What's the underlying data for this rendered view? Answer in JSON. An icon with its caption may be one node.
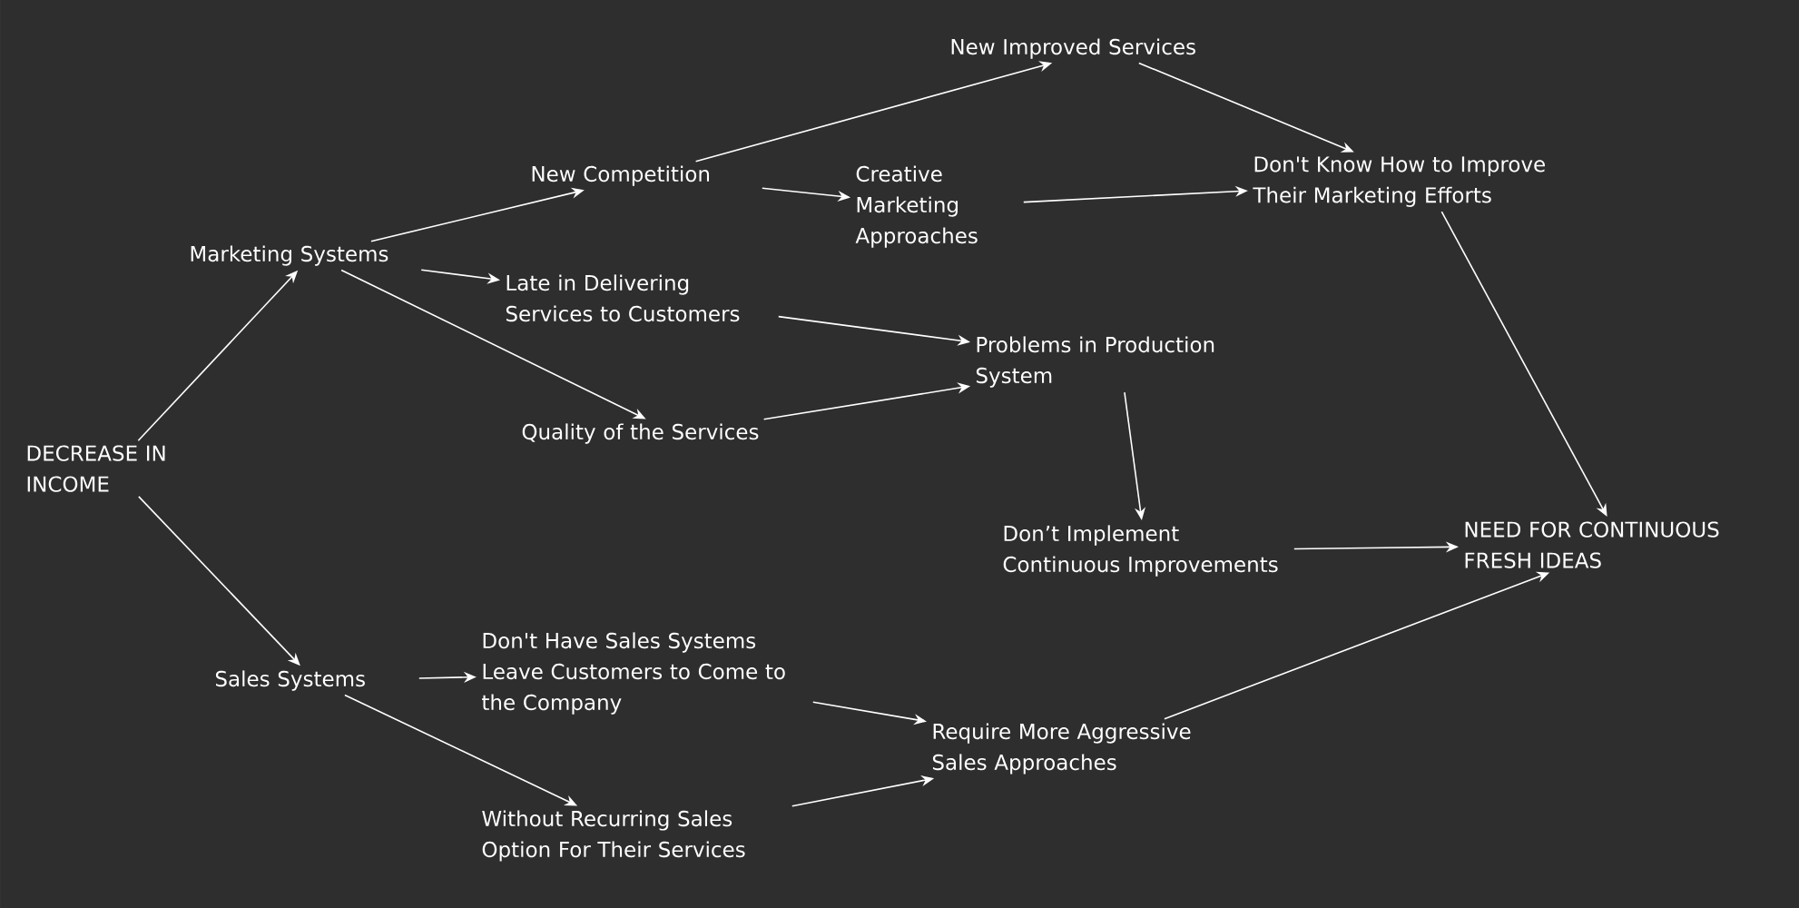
{
  "diagram": {
    "nodes": [
      {
        "text": [
          "DECREASE IN INCOME"
        ]
      },
      {
        "text": [
          "Marketing Systems"
        ]
      },
      {
        "text": [
          "Sales Systems"
        ]
      },
      {
        "text": [
          "New Competition"
        ]
      },
      {
        "text": [
          "Late in Delivering Services to Customers"
        ]
      },
      {
        "text": [
          "Quality of the Services"
        ]
      },
      {
        "text": [
          "New Improved Services"
        ]
      },
      {
        "text": [
          "Creative Marketing Approaches"
        ]
      },
      {
        "text": [
          "Don't Know How to Improve Their Marketing Efforts"
        ]
      },
      {
        "text": [
          "Problems in Production System"
        ]
      },
      {
        "text": [
          "Don’t Implement Continuous Improvements"
        ]
      },
      {
        "text": [
          "NEED FOR CONTINUOUS FRESH IDEAS"
        ]
      },
      {
        "text": [
          "Don't Have Sales Systems Leave Customers to Come to the Company"
        ]
      },
      {
        "text": [
          "Without Recurring Sales Option For Their Services"
        ]
      },
      {
        "text": [
          "Require More Aggressive Sales Approaches"
        ]
      }
    ],
    "edges": [
      {
        "from": 0,
        "to": 1,
        "arrow": "to"
      },
      {
        "from": 0,
        "to": 2,
        "arrow": "to"
      },
      {
        "from": 1,
        "to": 3,
        "arrow": "to"
      },
      {
        "from": 1,
        "to": 4,
        "arrow": "to"
      },
      {
        "from": 1,
        "to": 5,
        "arrow": "to"
      },
      {
        "from": 3,
        "to": 6,
        "arrow": "to"
      },
      {
        "from": 3,
        "to": 7,
        "arrow": "to"
      },
      {
        "from": 6,
        "to": 8,
        "arrow": "to"
      },
      {
        "from": 7,
        "to": 8,
        "arrow": "to"
      },
      {
        "from": 4,
        "to": 9,
        "arrow": "to"
      },
      {
        "from": 5,
        "to": 9,
        "arrow": "to"
      },
      {
        "from": 9,
        "to": 10,
        "arrow": "to"
      },
      {
        "from": 8,
        "to": 11,
        "arrow": "to"
      },
      {
        "from": 10,
        "to": 11,
        "arrow": "to"
      },
      {
        "from": 2,
        "to": 12,
        "arrow": "to"
      },
      {
        "from": 2,
        "to": 13,
        "arrow": "to"
      },
      {
        "from": 12,
        "to": 14,
        "arrow": "to"
      },
      {
        "from": 13,
        "to": 14,
        "arrow": "to"
      },
      {
        "from": 14,
        "to": 11,
        "arrow": "to"
      }
    ]
  }
}
